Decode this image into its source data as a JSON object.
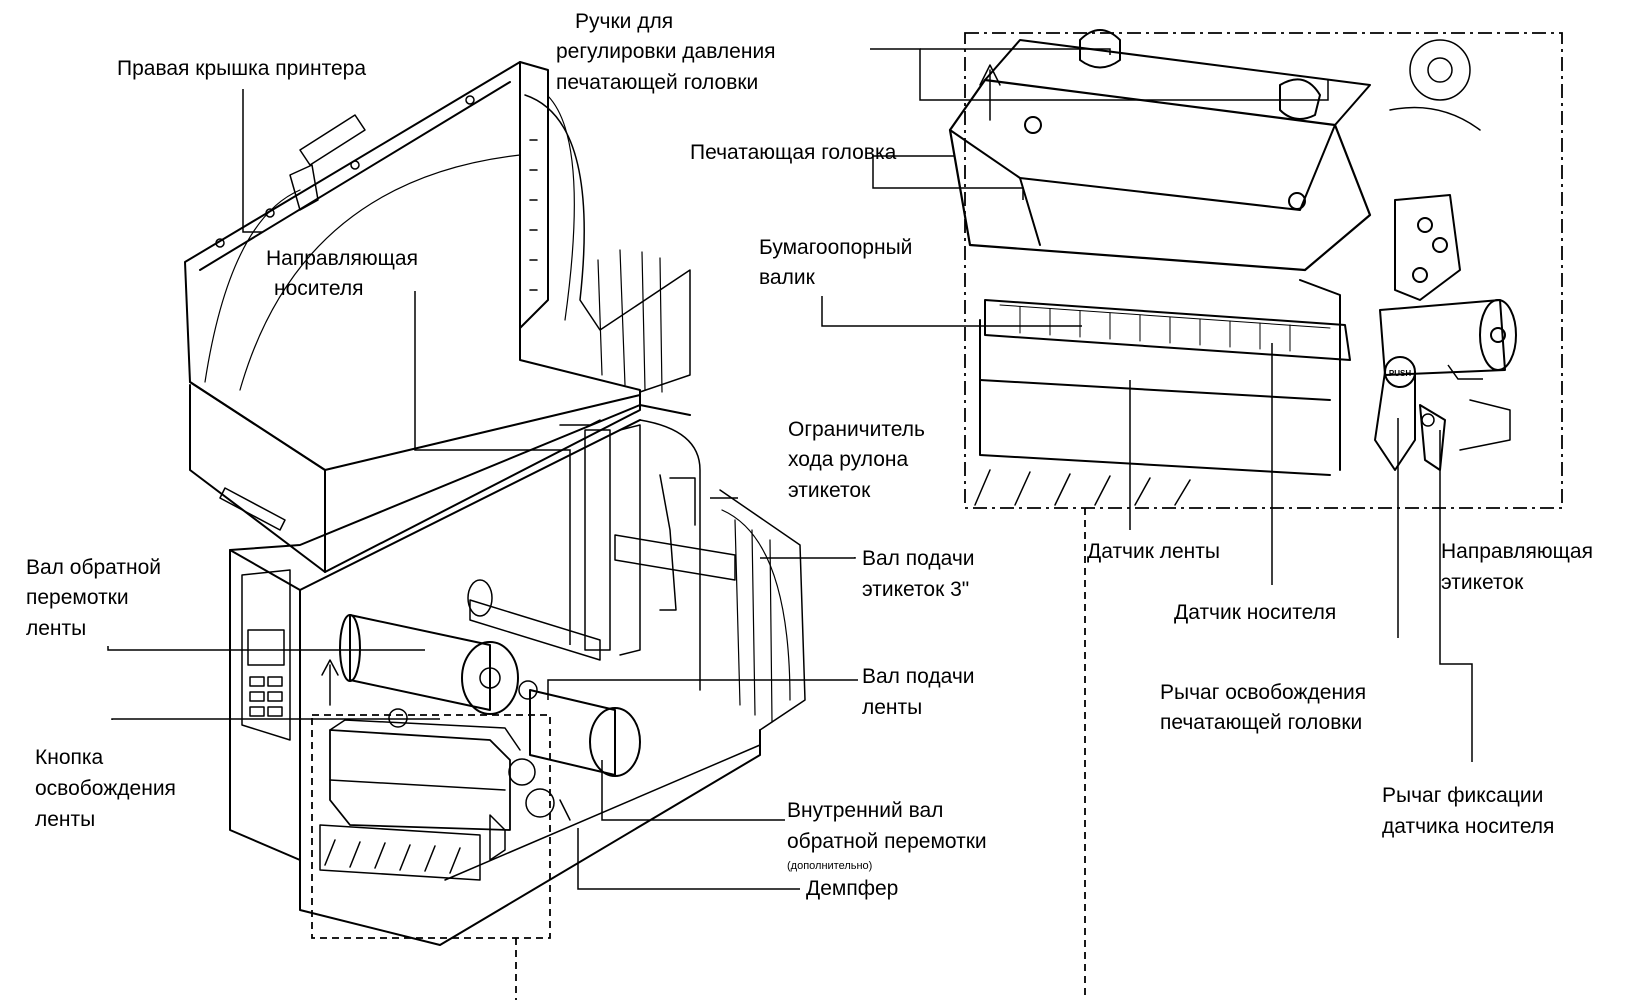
{
  "labels": {
    "right_cover": "Правая крышка принтера",
    "media_guide": [
      "Направляющая",
      "носителя"
    ],
    "ribbon_rewind_shaft": [
      "Вал обратной",
      "перемотки",
      "ленты"
    ],
    "ribbon_release_button": [
      "Кнопка",
      "освобождения",
      "ленты"
    ],
    "label_roll_limiter": [
      "Ограничитель",
      "хода рулона",
      "этикеток"
    ],
    "label_supply_spindle": [
      "Вал подачи",
      "этикеток 3\""
    ],
    "ribbon_supply_shaft": [
      "Вал подачи",
      "ленты"
    ],
    "internal_rewind": [
      "Внутренний вал",
      "обратной перемотки"
    ],
    "internal_rewind_note": "(дополнительно)",
    "damper": "Демпфер",
    "pressure_knobs": [
      "Ручки для",
      "регулировки давления",
      "печатающей головки"
    ],
    "print_head": "Печатающая головка",
    "platen_roller": [
      "Бумагоопорный",
      "валик"
    ],
    "ribbon_sensor": "Датчик ленты",
    "media_sensor": "Датчик носителя",
    "label_guide": [
      "Направляющая",
      "этикеток"
    ],
    "head_release_lever": [
      "Рычаг освобождения",
      "печатающей головки"
    ],
    "sensor_lock_lever": [
      "Рычаг фиксации",
      "датчика носителя"
    ]
  },
  "icons": {
    "push_text": "PUSH"
  }
}
